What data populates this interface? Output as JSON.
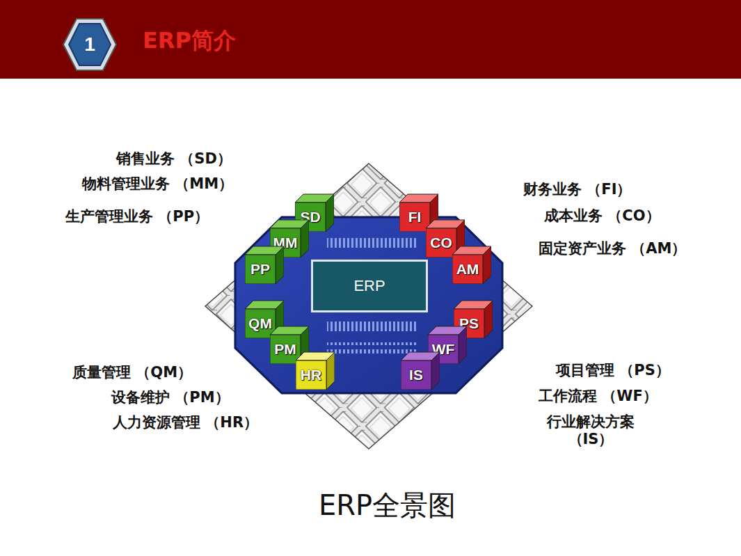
{
  "diagram": {
    "title": "ERP简介",
    "caption": "ERP全景图",
    "nodes": [
      {
        "text": [
          "1"
        ]
      },
      {
        "text": [
          "ERP"
        ]
      },
      {
        "text": [
          "SD"
        ]
      },
      {
        "text": [
          "FI"
        ]
      },
      {
        "text": [
          "MM"
        ]
      },
      {
        "text": [
          "CO"
        ]
      },
      {
        "text": [
          "PP"
        ]
      },
      {
        "text": [
          "AM"
        ]
      },
      {
        "text": [
          "QM"
        ]
      },
      {
        "text": [
          "PS"
        ]
      },
      {
        "text": [
          "PM"
        ]
      },
      {
        "text": [
          "WF"
        ]
      },
      {
        "text": [
          "HR"
        ]
      },
      {
        "text": [
          "IS"
        ]
      }
    ],
    "labels": [
      "销售业务 （SD）",
      "物料管理业务 （MM）",
      "财务业务 （FI）",
      "生产管理业务 （PP）",
      "成本业务 （CO）",
      "固定资产业务 （AM）",
      "质量管理 （QM）",
      "项目管理 （PS）",
      "设备维护 （PM）",
      "工作流程 （WF）",
      "人力资源管理 （HR）",
      "行业解决方案 （IS）"
    ]
  }
}
